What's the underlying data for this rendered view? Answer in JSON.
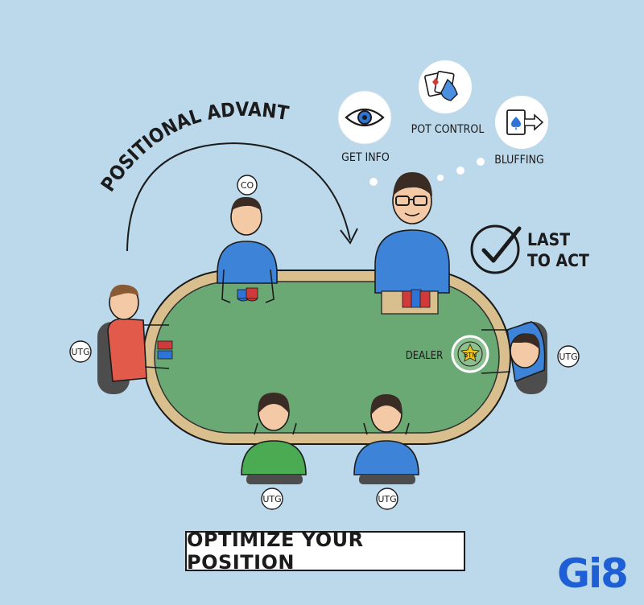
{
  "title_arc": "POSITIONAL ADVANTAGE",
  "benefits": [
    {
      "label": "GET INFO",
      "icon": "eye-icon"
    },
    {
      "label": "POT CONTROL",
      "icon": "cards-hand-icon"
    },
    {
      "label": "BLUFFING",
      "icon": "card-arrow-icon"
    }
  ],
  "last_to_act": {
    "line1": "LAST",
    "line2": "TO ACT",
    "icon": "checkmark-icon"
  },
  "seats": {
    "co": "CO",
    "utg_left": "UTG",
    "utg_right": "UTG",
    "utg_bottom_left": "UTG",
    "utg_bottom_right": "UTG"
  },
  "dealer_label": "DEALER",
  "dealer_button": "BTN",
  "footer": "OPTIMIZE YOUR POSITION",
  "brand": "Gi8",
  "colors": {
    "background": "#bcd9ec",
    "felt": "#6aa874",
    "rail": "#d8bf8d",
    "brand": "#1f5fd6"
  }
}
